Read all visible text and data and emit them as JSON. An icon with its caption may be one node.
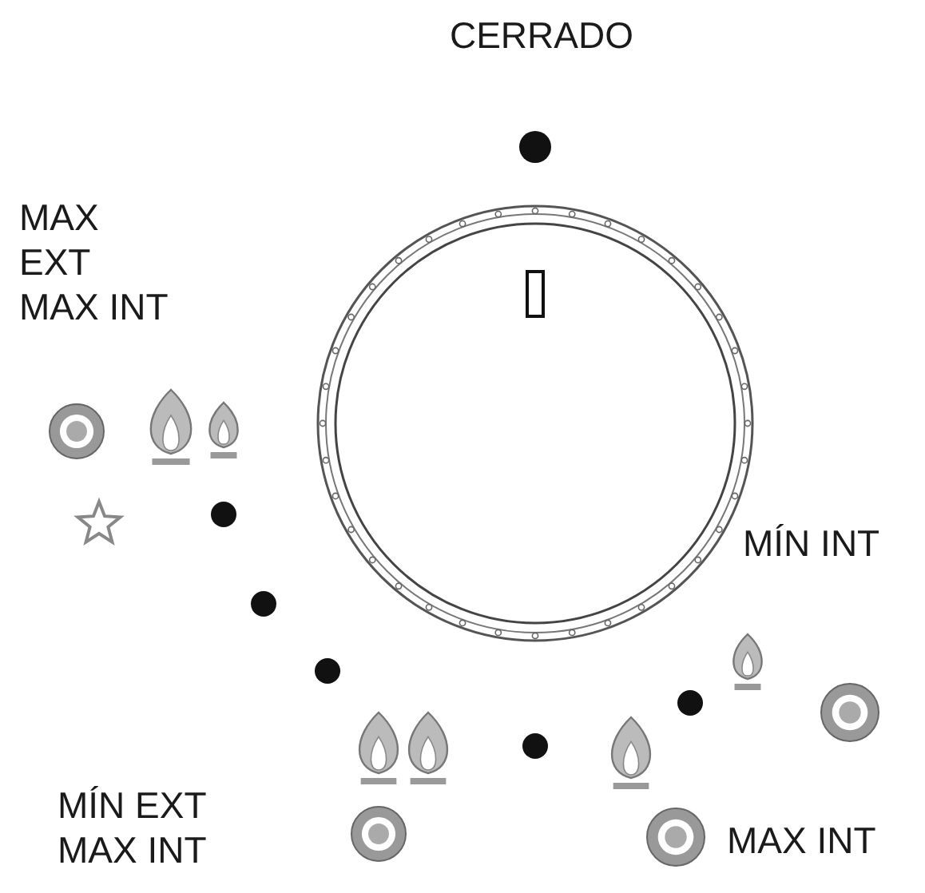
{
  "diagram": {
    "labels": [
      "CERRADO",
      "MAX EXT MAX INT",
      "MÍN INT",
      "MÍN EXT MAX INT",
      "MAX INT"
    ]
  }
}
